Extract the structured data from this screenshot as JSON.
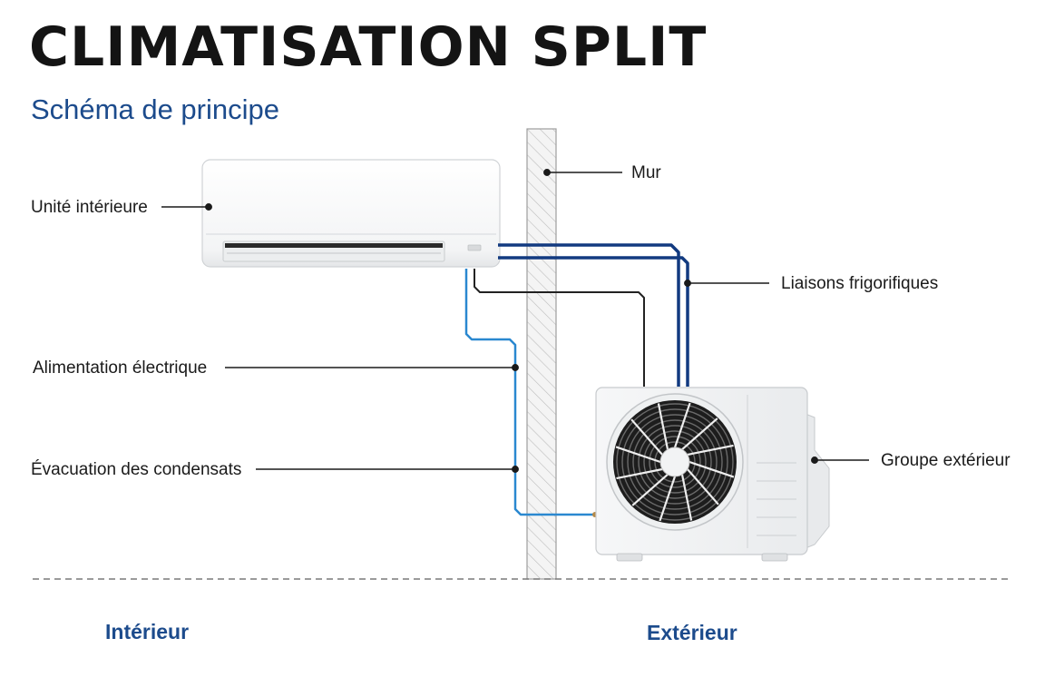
{
  "title": "CLIMATISATION SPLIT",
  "subtitle": "Schéma de principe",
  "labels": {
    "indoor_unit": "Unité intérieure",
    "wall": "Mur",
    "refrigerant_lines": "Liaisons frigorifiques",
    "power_supply": "Alimentation électrique",
    "condensate_drain": "Évacuation des condensats",
    "outdoor_unit": "Groupe extérieur"
  },
  "zones": {
    "indoor": "Intérieur",
    "outdoor": "Extérieur"
  },
  "colors": {
    "accent": "#1c4b8c",
    "refrigerant": "#123a80",
    "drain": "#2a88d0",
    "leader": "#1a1a1a",
    "wall": "#cfcfcf"
  }
}
